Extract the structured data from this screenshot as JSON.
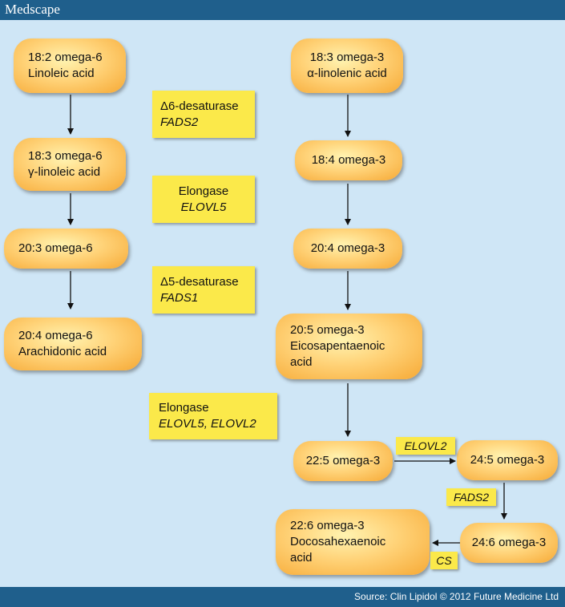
{
  "header": {
    "brand": "Medscape"
  },
  "footer": {
    "source": "Source: Clin Lipidol © 2012 Future Medicine Ltd"
  },
  "omega6": {
    "n1": {
      "line1": "18:2 omega-6",
      "line2": "Linoleic acid"
    },
    "n2": {
      "line1": "18:3 omega-6",
      "line2": "γ-linoleic acid"
    },
    "n3": {
      "line1": "20:3 omega-6"
    },
    "n4": {
      "line1": "20:4 omega-6",
      "line2": "Arachidonic acid"
    }
  },
  "omega3": {
    "n1": {
      "line1": "18:3 omega-3",
      "line2": "α-linolenic acid"
    },
    "n2": {
      "line1": "18:4 omega-3"
    },
    "n3": {
      "line1": "20:4 omega-3"
    },
    "n4": {
      "line1": "20:5 omega-3",
      "line2": "Eicosapentaenoic",
      "line3": "acid"
    },
    "n5": {
      "line1": "22:5 omega-3"
    },
    "n6": {
      "line1": "24:5 omega-3"
    },
    "n7": {
      "line1": "24:6 omega-3"
    },
    "n8": {
      "line1": "22:6 omega-3",
      "line2": "Docosahexaenoic",
      "line3": "acid"
    }
  },
  "enzymes": {
    "e1": {
      "name": "Δ6-desaturase",
      "gene": "FADS2"
    },
    "e2": {
      "name": "Elongase",
      "gene": "ELOVL5"
    },
    "e3": {
      "name": "Δ5-desaturase",
      "gene": "FADS1"
    },
    "e4": {
      "name": "Elongase",
      "gene": "ELOVL5, ELOVL2"
    },
    "e5": {
      "gene": "ELOVL2"
    },
    "e6": {
      "gene": "FADS2"
    },
    "e7": {
      "gene": "CS"
    }
  }
}
